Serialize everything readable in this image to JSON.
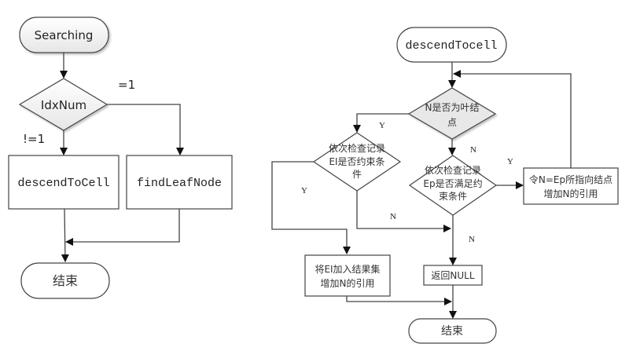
{
  "left_flow": {
    "start": "Searching",
    "decision": "IdxNum",
    "branch_eq": "=1",
    "branch_neq": "!=1",
    "proc_left": "descendToCell",
    "proc_right": "findLeafNode",
    "end": "结束"
  },
  "right_flow": {
    "start": "descendTocell",
    "dec_leaf_line1": "N是否为叶结",
    "dec_leaf_line2": "点",
    "dec_ei_line1": "依次检查记录",
    "dec_ei_line2": "EI是否约束条",
    "dec_ei_line3": "件",
    "dec_ep_line1": "依次检查记录",
    "dec_ep_line2": "Ep是否满足约",
    "dec_ep_line3": "束条件",
    "proc_ptr_line1": "令N=Ep所指向结点",
    "proc_ptr_line2": "增加N的引用",
    "proc_add_line1": "将EI加入结果集",
    "proc_add_line2": "增加N的引用",
    "proc_null": "返回NULL",
    "end": "结束",
    "labels": {
      "leaf_yes": "Y",
      "leaf_no": "N",
      "ei_yes": "Y",
      "ei_no": "N",
      "ep_yes": "Y",
      "ep_no": "N"
    }
  }
}
